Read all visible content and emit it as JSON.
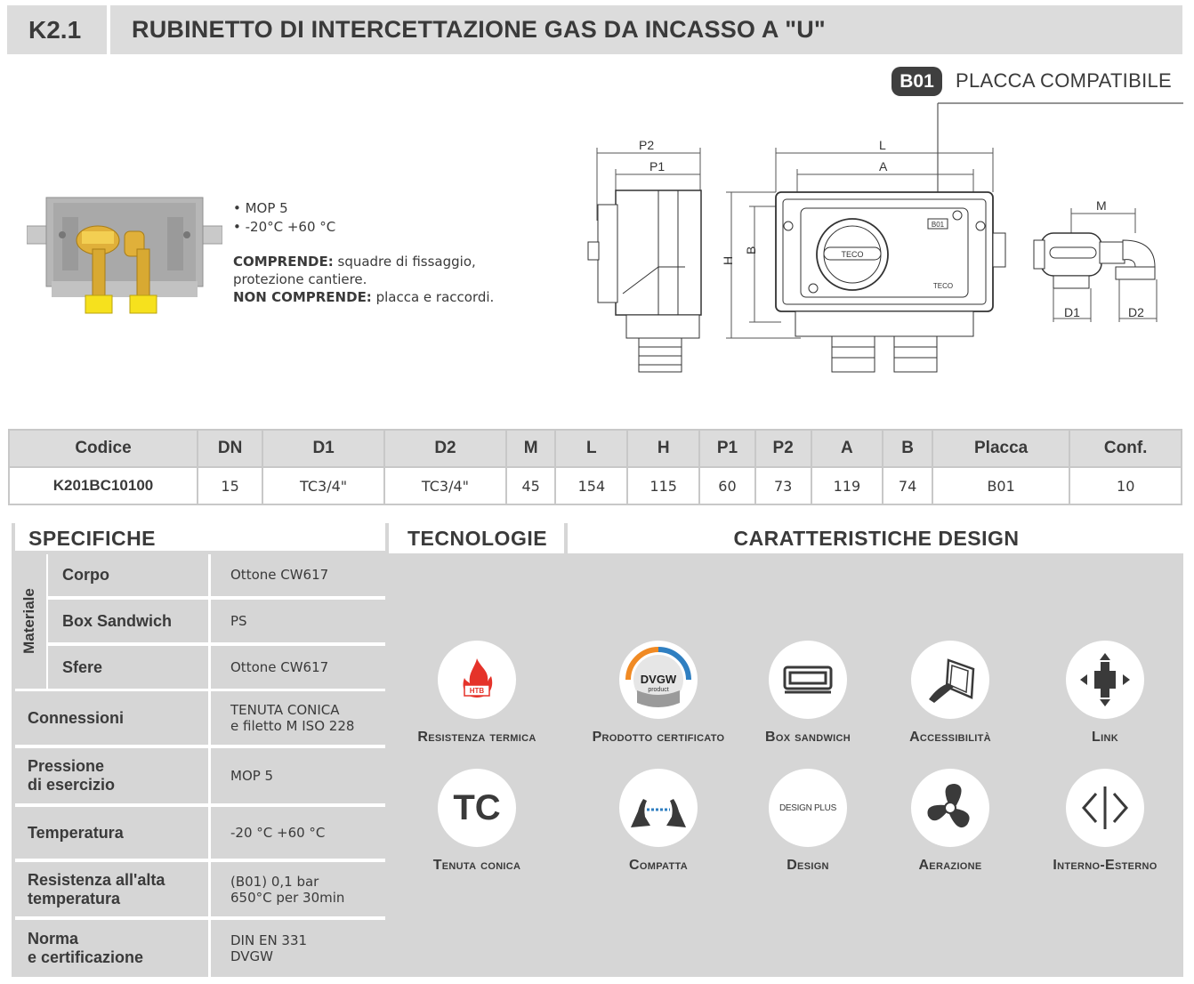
{
  "header": {
    "code": "K2.1",
    "title": "RUBINETTO DI INTERCETTAZIONE GAS DA INCASSO A \"U\""
  },
  "placca": {
    "badge": "B01",
    "label": "PLACCA COMPATIBILE"
  },
  "product": {
    "bullets": [
      "• MOP 5",
      "• -20°C +60 °C"
    ],
    "includes_label": "COMPRENDE:",
    "includes_text": " squadre di fissaggio, protezione cantiere.",
    "excludes_label": "NON COMPRENDE:",
    "excludes_text": " placca e raccordi."
  },
  "drawing": {
    "labels": {
      "p2": "P2",
      "p1": "P1",
      "l": "L",
      "a": "A",
      "h": "H",
      "b": "B",
      "m": "M",
      "d1": "D1",
      "d2": "D2",
      "b01": "B01",
      "teco": "TECO"
    }
  },
  "table": {
    "headers": [
      "Codice",
      "DN",
      "D1",
      "D2",
      "M",
      "L",
      "H",
      "P1",
      "P2",
      "A",
      "B",
      "Placca",
      "Conf."
    ],
    "row": [
      "K201BC10100",
      "15",
      "TC3/4\"",
      "TC3/4\"",
      "45",
      "154",
      "115",
      "60",
      "73",
      "119",
      "74",
      "B01",
      "10"
    ]
  },
  "sections": {
    "specs": "SPECIFICHE",
    "tech": "TECNOLOGIE",
    "design": "CARATTERISTICHE DESIGN"
  },
  "specs": {
    "materiale_label": "Materiale",
    "materiale": [
      {
        "label": "Corpo",
        "value": "Ottone CW617"
      },
      {
        "label": "Box Sandwich",
        "value": "PS"
      },
      {
        "label": "Sfere",
        "value": "Ottone CW617"
      }
    ],
    "rows": [
      {
        "label": "Connessioni",
        "value": "TENUTA CONICA",
        "value2": "e filetto M ISO 228"
      },
      {
        "label": "Pressione",
        "label2": "di esercizio",
        "value": "MOP 5"
      },
      {
        "label": "Temperatura",
        "value": "-20 °C +60 °C"
      },
      {
        "label": "Resistenza all'alta",
        "label2": "temperatura",
        "value": "(B01) 0,1 bar",
        "value2": "650°C per 30min"
      },
      {
        "label": "Norma",
        "label2": "e certificazione",
        "value": "DIN EN 331",
        "value2": "DVGW"
      }
    ]
  },
  "tech": [
    {
      "label": "Resistenza termica",
      "icon": "flame-htb-icon",
      "icon_text": "HTB"
    },
    {
      "label": "Tenuta conica",
      "icon": "tc-icon",
      "icon_text": "TC"
    }
  ],
  "design": [
    {
      "label": "Prodotto certificato",
      "icon": "dvgw-icon",
      "icon_text": "DVGW",
      "icon_sub": "product"
    },
    {
      "label": "Box sandwich",
      "icon": "box-sandwich-icon"
    },
    {
      "label": "Accessibilità",
      "icon": "accessibility-icon"
    },
    {
      "label": "Link",
      "icon": "link-arrows-icon"
    },
    {
      "label": "Compatta",
      "icon": "compact-hands-icon"
    },
    {
      "label": "Design",
      "icon": "design-plus-icon",
      "icon_text": "DESIGN PLUS"
    },
    {
      "label": "Aerazione",
      "icon": "fan-icon"
    },
    {
      "label": "Interno-Esterno",
      "icon": "inside-outside-icon"
    }
  ],
  "colors": {
    "header_bg": "#dcdcdc",
    "panel_bg": "#d6d6d6",
    "badge_bg": "#3f3f3f",
    "brass": "#e0b03a",
    "flame_red": "#e5332a",
    "dvgw_orange": "#f08a24",
    "dvgw_blue": "#2f7fc1"
  }
}
